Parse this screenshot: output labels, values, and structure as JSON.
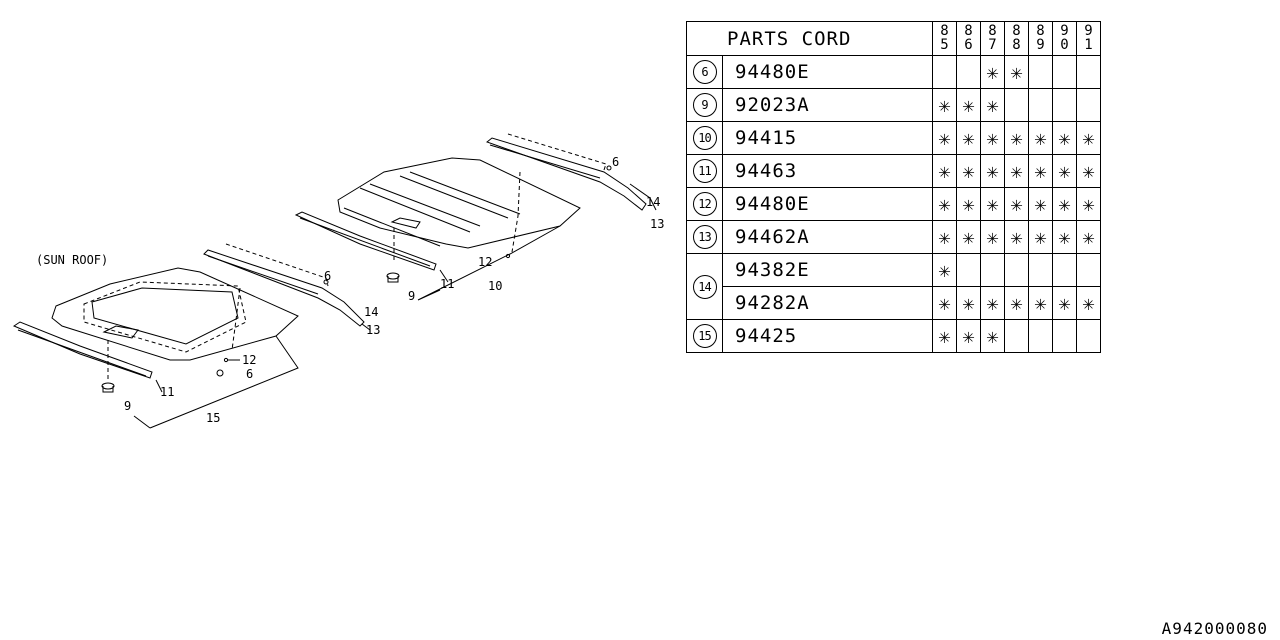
{
  "diagram": {
    "sunroof_label": "(SUN ROOF)",
    "callouts": {
      "std_6": "6",
      "std_12": "12",
      "std_14": "14",
      "std_13": "13",
      "std_9": "9",
      "std_11": "11",
      "std_10": "10",
      "sr_6": "6",
      "sr_14": "14",
      "sr_13": "13",
      "sr_12": "12",
      "sr_6b": "6",
      "sr_11": "11",
      "sr_9": "9",
      "sr_15": "15"
    }
  },
  "parts_table": {
    "header": "PARTS CORD",
    "years": [
      "85",
      "86",
      "87",
      "88",
      "89",
      "90",
      "91"
    ],
    "rows": [
      {
        "ref": "6",
        "code": "94480E",
        "marks": [
          "",
          "",
          "✳",
          "✳",
          "",
          "",
          ""
        ]
      },
      {
        "ref": "9",
        "code": "92023A",
        "marks": [
          "✳",
          "✳",
          "✳",
          "",
          "",
          "",
          ""
        ]
      },
      {
        "ref": "10",
        "code": "94415",
        "marks": [
          "✳",
          "✳",
          "✳",
          "✳",
          "✳",
          "✳",
          "✳"
        ]
      },
      {
        "ref": "11",
        "code": "94463",
        "marks": [
          "✳",
          "✳",
          "✳",
          "✳",
          "✳",
          "✳",
          "✳"
        ]
      },
      {
        "ref": "12",
        "code": "94480E",
        "marks": [
          "✳",
          "✳",
          "✳",
          "✳",
          "✳",
          "✳",
          "✳"
        ]
      },
      {
        "ref": "13",
        "code": "94462A",
        "marks": [
          "✳",
          "✳",
          "✳",
          "✳",
          "✳",
          "✳",
          "✳"
        ]
      },
      {
        "ref": "14",
        "code": "94382E",
        "marks": [
          "✳",
          "",
          "",
          "",
          "",
          "",
          ""
        ]
      },
      {
        "ref": "14",
        "code": "94282A",
        "marks": [
          "✳",
          "✳",
          "✳",
          "✳",
          "✳",
          "✳",
          "✳"
        ]
      },
      {
        "ref": "15",
        "code": "94425",
        "marks": [
          "✳",
          "✳",
          "✳",
          "",
          "",
          "",
          ""
        ]
      }
    ]
  },
  "drawing_code": "A942000080"
}
